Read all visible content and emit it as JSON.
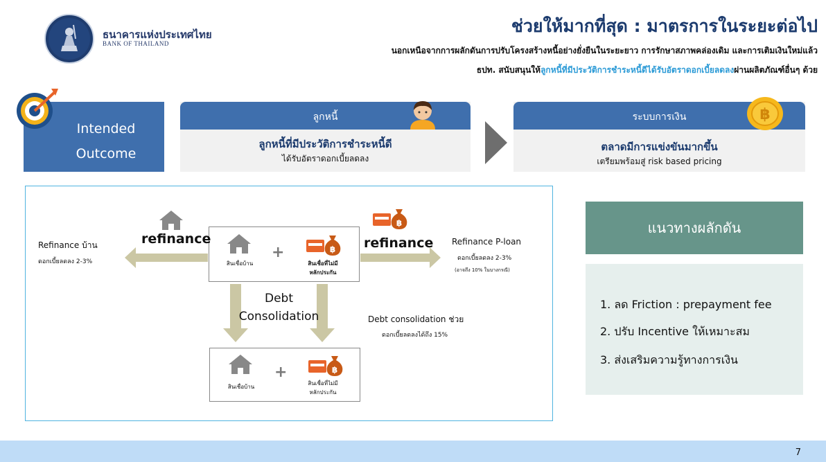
{
  "header": {
    "org_th": "ธนาคารแห่งประเทศไทย",
    "org_en": "BANK OF THAILAND",
    "title": "ช่วยให้มากที่สุด : มาตรการในระยะต่อไป",
    "sub_line1": "นอกเหนือจากการผลักดันการปรับโครงสร้างหนี้อย่างยั่งยืนในระยะยาว การรักษาสภาพคล่องเดิม และการเติมเงินใหม่แล้ว",
    "sub_line2_pre": "ธปท. สนับสนุนให้",
    "sub_line2_hl": "ลูกหนี้ที่มีประวัติการชำระหนี้ดีได้รับอัตราดอกเบี้ยลดลง",
    "sub_line2_post": "ผ่านผลิตภัณฑ์อื่นๆ ด้วย"
  },
  "outcome": {
    "line1": "Intended",
    "line2": "Outcome",
    "debtor": {
      "head": "ลูกหนี้",
      "main": "ลูกหนี้ที่มีประวัติการชำระหนี้ดี",
      "sub": "ได้รับอัตราดอกเบี้ยลดลง"
    },
    "financial": {
      "head": "ระบบการเงิน",
      "main": "ตลาดมีการแข่งขันมากขึ้น",
      "sub": "เตรียมพร้อมสู่ risk based pricing"
    }
  },
  "diagram": {
    "home_loan": "สินเชื่อบ้าน",
    "unsecured_loan_l1": "สินเชื่อที่ไม่มี",
    "unsecured_loan_l2": "หลักประกัน",
    "plus": "+",
    "refinance": "refinance",
    "left_title": "Refinance บ้าน",
    "left_sub": "ดอกเบี้ยลดลง 2-3%",
    "right_title": "Refinance P-loan",
    "right_sub": "ดอกเบี้ยลดลง 2-3%",
    "right_note": "(อาจถึง 10% ในบางกรณี)",
    "debt_l1": "Debt",
    "debt_l2": "Consolidation",
    "dc_title": "Debt consolidation ช่วย",
    "dc_sub": "ดอกเบี้ยลดลงได้ถึง 15%"
  },
  "guide": {
    "head": "แนวทางผลักดัน",
    "items": [
      "1. ลด Friction : prepayment fee",
      "2. ปรับ Incentive ให้เหมาะสม",
      "3. ส่งเสริมความรู้ทางการเงิน"
    ]
  },
  "page_number": "7",
  "colors": {
    "navy": "#1c3b6e",
    "blue": "#3f6fad",
    "teal": "#67958a",
    "arrow": "#cbc7a4"
  },
  "icons": [
    "bot-emblem-icon",
    "target-icon",
    "person-icon",
    "bitcoin-coin-icon",
    "house-icon",
    "card-moneybag-icon",
    "arrow-right-icon"
  ]
}
